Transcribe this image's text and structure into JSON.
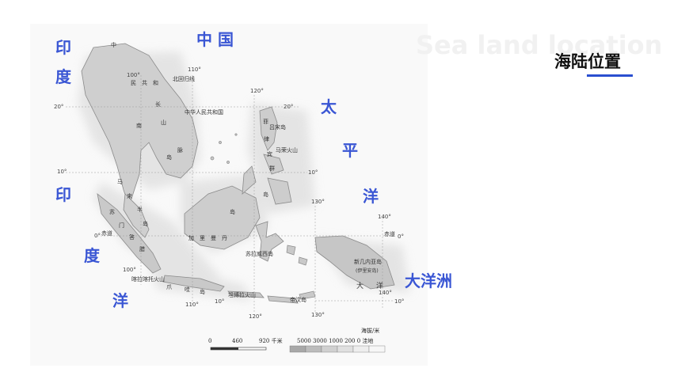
{
  "header": {
    "bg_title": "Sea land location",
    "title": "海陆位置",
    "accent_color": "#3a56d4"
  },
  "regions": {
    "india_1": "印",
    "india_2": "度",
    "china": "中 国",
    "pacific_1": "太",
    "pacific_2": "平",
    "pacific_3": "洋",
    "indian_ocean_1": "印",
    "indian_ocean_2": "度",
    "indian_ocean_3": "洋",
    "oceania": "大洋洲"
  },
  "map_labels": {
    "zhong": "中",
    "min_gong_he": "民　共　和",
    "north_tropic": "北回归线",
    "prc": "中华人民共和国",
    "nan": "南",
    "chang": "长",
    "shan": "山",
    "mai": "脉",
    "dao": "岛",
    "luzon": "吕宋岛",
    "feilv": "菲",
    "lv": "律",
    "bin": "宾",
    "qundao": "群",
    "dao2": "岛",
    "mayong": "马荣火山",
    "ma": "马",
    "lai": "来",
    "ban": "半",
    "dao3": "岛",
    "sumen": "苏",
    "men": "门",
    "da": "答",
    "la": "腊",
    "kalimantan": "加　里　曼　丹",
    "dao4": "岛",
    "sulawesi": "苏拉威西岛",
    "new_guinea": "新几内亚岛",
    "new_guinea_sub": "(伊里安岛)",
    "java_a": "爪",
    "java_b": "哇",
    "java_c": "岛",
    "krakatau": "喀拉喀托火山",
    "tambora": "坦博拉火山",
    "timor": "帝汶岛",
    "da_yang_a": "大",
    "da_yang_b": "洋",
    "equator": "赤道",
    "equator_right": "赤道"
  },
  "coords": {
    "lat_20_left": "20°",
    "lat_20_right": "20°",
    "lat_10_left": "10°",
    "lat_10_right": "10°",
    "lat_0_left": "0°",
    "lat_0_right": "0°",
    "lat_10s_right": "10°",
    "lon_100_top": "100°",
    "lon_110_top": "110°",
    "lon_120_top": "120°",
    "lon_130_top": "130°",
    "lon_140_top": "140°",
    "lon_100_bottom": "100°",
    "lon_110_bottom": "110°",
    "lon_120_bottom": "120°",
    "lon_130_bottom": "130°",
    "lon_140_bottom": "140°",
    "lat_10s_bottom": "10°"
  },
  "scale": {
    "ticks": [
      "0",
      "460",
      "920 千米"
    ],
    "elevation_title": "海拔/米",
    "elevation_values": "5000 3000 1000  200    0  洼地"
  }
}
